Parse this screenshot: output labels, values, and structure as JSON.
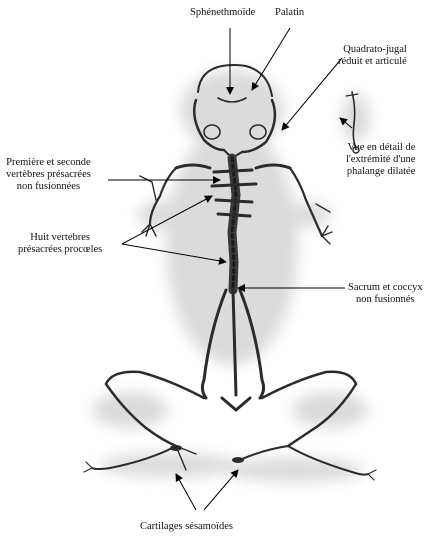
{
  "labels": {
    "sphenethmoide": "Sphénethmoïde",
    "palatin": "Palatin",
    "quadrato_jugal": [
      "Quadrato-jugal",
      "réduit et articulé"
    ],
    "phalange": [
      "Vue en détail de",
      "l'extrémité d'une",
      "phalange dilatée"
    ],
    "vertebres_presacrees": [
      "Première et seconde",
      "vertèbres présacrées",
      "non fusionnées"
    ],
    "huit_vertebres": [
      "Huit vertebres",
      "présacrées procœles"
    ],
    "sacrum": [
      "Sacrum et coccyx",
      "non fusionnés"
    ],
    "cartilages": "Cartilages sésamoïdes"
  },
  "colors": {
    "bone": "#2b2b2b",
    "shadow": "#c9c9c9",
    "pointer": "#000000"
  }
}
